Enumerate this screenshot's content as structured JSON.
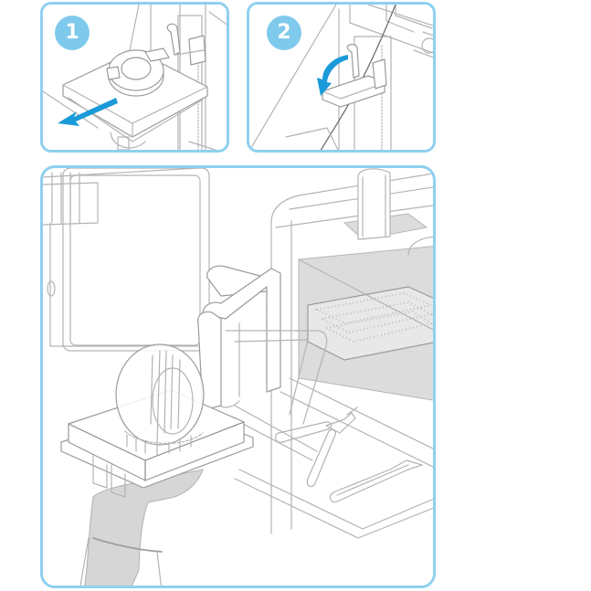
{
  "figure": {
    "type": "instructional-illustration",
    "accent_color": "#8fd0ef",
    "badge_color": "#7fcaec",
    "arrow_color": "#1a9ad9",
    "line_color": "#b3b3b3"
  },
  "steps": [
    {
      "number": "1",
      "depiction": "build platform slid out of printer along arrow",
      "arrow": "slide-out-arrow"
    },
    {
      "number": "2",
      "depiction": "platform latch lever rotated down",
      "arrow": "curved-rotate-arrow"
    }
  ],
  "main_scene": {
    "depiction": "gloved hand carrying build platform with printed part to finish/wash station",
    "items": [
      "printer",
      "build-platform",
      "printed-part",
      "gloved-hand",
      "wash-station",
      "rinse-basket",
      "flush-cutters",
      "tweezers",
      "platform-holder"
    ]
  }
}
